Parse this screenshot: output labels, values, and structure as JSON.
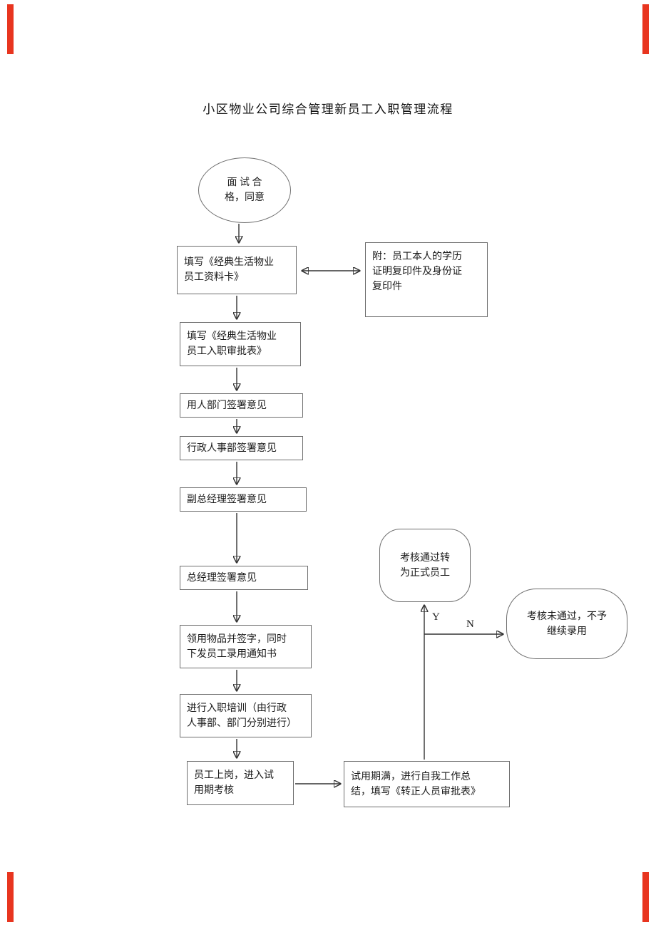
{
  "colors": {
    "edge_mark": "#e8351f",
    "line": "#333333",
    "box_border": "#6e6e6e",
    "text": "#1a1a1a",
    "background": "#ffffff"
  },
  "page": {
    "title": "小区物业公司综合管理新员工入职管理流程"
  },
  "flowchart": {
    "nodes": {
      "interview": {
        "shape": "ellipse",
        "label": "面 试 合\n格，同意"
      },
      "fill_card": {
        "shape": "rect",
        "label": "填写《经典生活物业\n员工资料卡》"
      },
      "attachment": {
        "shape": "rect",
        "label": "附：员工本人的学历\n证明复印件及身份证\n复印件"
      },
      "fill_approval": {
        "shape": "rect",
        "label": "填写《经典生活物业\n员工入职审批表》"
      },
      "dept_sign": {
        "shape": "rect",
        "label": "用人部门签署意见"
      },
      "hr_sign": {
        "shape": "rect",
        "label": "行政人事部签署意见"
      },
      "vice_gm_sign": {
        "shape": "rect",
        "label": "副总经理签署意见"
      },
      "gm_sign": {
        "shape": "rect",
        "label": "总经理签署意见"
      },
      "receive_items": {
        "shape": "rect",
        "label": "领用物品并签字，同时\n下发员工录用通知书"
      },
      "training": {
        "shape": "rect",
        "label": "进行入职培训（由行政\n人事部、部门分别进行）"
      },
      "onboard": {
        "shape": "rect",
        "label": "员工上岗，进入试\n用期考核"
      },
      "probation_review": {
        "shape": "rect",
        "label": "试用期满，进行自我工作总\n结，填写《转正人员审批表》"
      },
      "pass": {
        "shape": "rounded",
        "label": "考核通过转\n为正式员工"
      },
      "fail": {
        "shape": "rounded",
        "label": "考核未通过，不予\n继续录用"
      }
    },
    "branch_labels": {
      "yes": "Y",
      "no": "N"
    }
  }
}
